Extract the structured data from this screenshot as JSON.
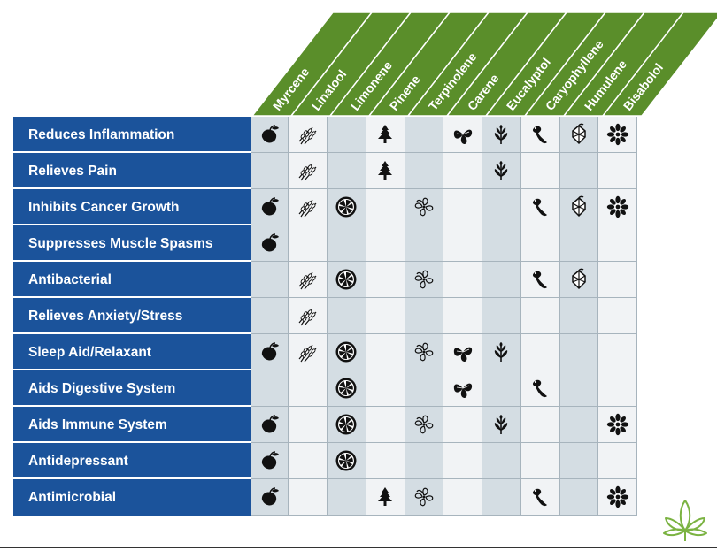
{
  "columns": [
    "Myrcene",
    "Linalool",
    "Limonene",
    "Pinene",
    "Terpinolene",
    "Carene",
    "Eucalyptol",
    "Caryophyllene",
    "Humulene",
    "Bisabolol"
  ],
  "column_icons": [
    "mango-icon",
    "lavender-icon",
    "citrus-slice-icon",
    "pine-tree-icon",
    "flower-outline-icon",
    "basil-leaves-icon",
    "eucalyptus-sprig-icon",
    "clove-icon",
    "hops-icon",
    "chamomile-flower-icon"
  ],
  "rows": [
    {
      "label": "Reduces Inflammation",
      "marks": [
        1,
        1,
        0,
        1,
        0,
        1,
        1,
        1,
        1,
        1
      ]
    },
    {
      "label": "Relieves Pain",
      "marks": [
        0,
        1,
        0,
        1,
        0,
        0,
        1,
        0,
        0,
        0
      ]
    },
    {
      "label": "Inhibits Cancer Growth",
      "marks": [
        1,
        1,
        1,
        0,
        1,
        0,
        0,
        1,
        1,
        1
      ]
    },
    {
      "label": "Suppresses Muscle Spasms",
      "marks": [
        1,
        0,
        0,
        0,
        0,
        0,
        0,
        0,
        0,
        0
      ]
    },
    {
      "label": "Antibacterial",
      "marks": [
        0,
        1,
        1,
        0,
        1,
        0,
        0,
        1,
        1,
        0
      ]
    },
    {
      "label": "Relieves Anxiety/Stress",
      "marks": [
        0,
        1,
        0,
        0,
        0,
        0,
        0,
        0,
        0,
        0
      ]
    },
    {
      "label": "Sleep Aid/Relaxant",
      "marks": [
        1,
        1,
        1,
        0,
        1,
        1,
        1,
        0,
        0,
        0
      ]
    },
    {
      "label": "Aids Digestive System",
      "marks": [
        0,
        0,
        1,
        0,
        0,
        1,
        0,
        1,
        0,
        0
      ]
    },
    {
      "label": "Aids Immune System",
      "marks": [
        1,
        0,
        1,
        0,
        1,
        0,
        1,
        0,
        0,
        1
      ]
    },
    {
      "label": "Antidepressant",
      "marks": [
        1,
        0,
        1,
        0,
        0,
        0,
        0,
        0,
        0,
        0
      ]
    },
    {
      "label": "Antimicrobial",
      "marks": [
        1,
        0,
        0,
        1,
        1,
        0,
        0,
        1,
        0,
        1
      ]
    }
  ],
  "colors": {
    "header_green": "#5a8e2a",
    "row_label_blue": "#1b539b",
    "cell_light": "#f1f3f5",
    "cell_dark": "#d4dde3",
    "icon": "#111111",
    "logo_green": "#7bb342"
  },
  "logo_icon": "cannabis-leaf-logo-icon"
}
